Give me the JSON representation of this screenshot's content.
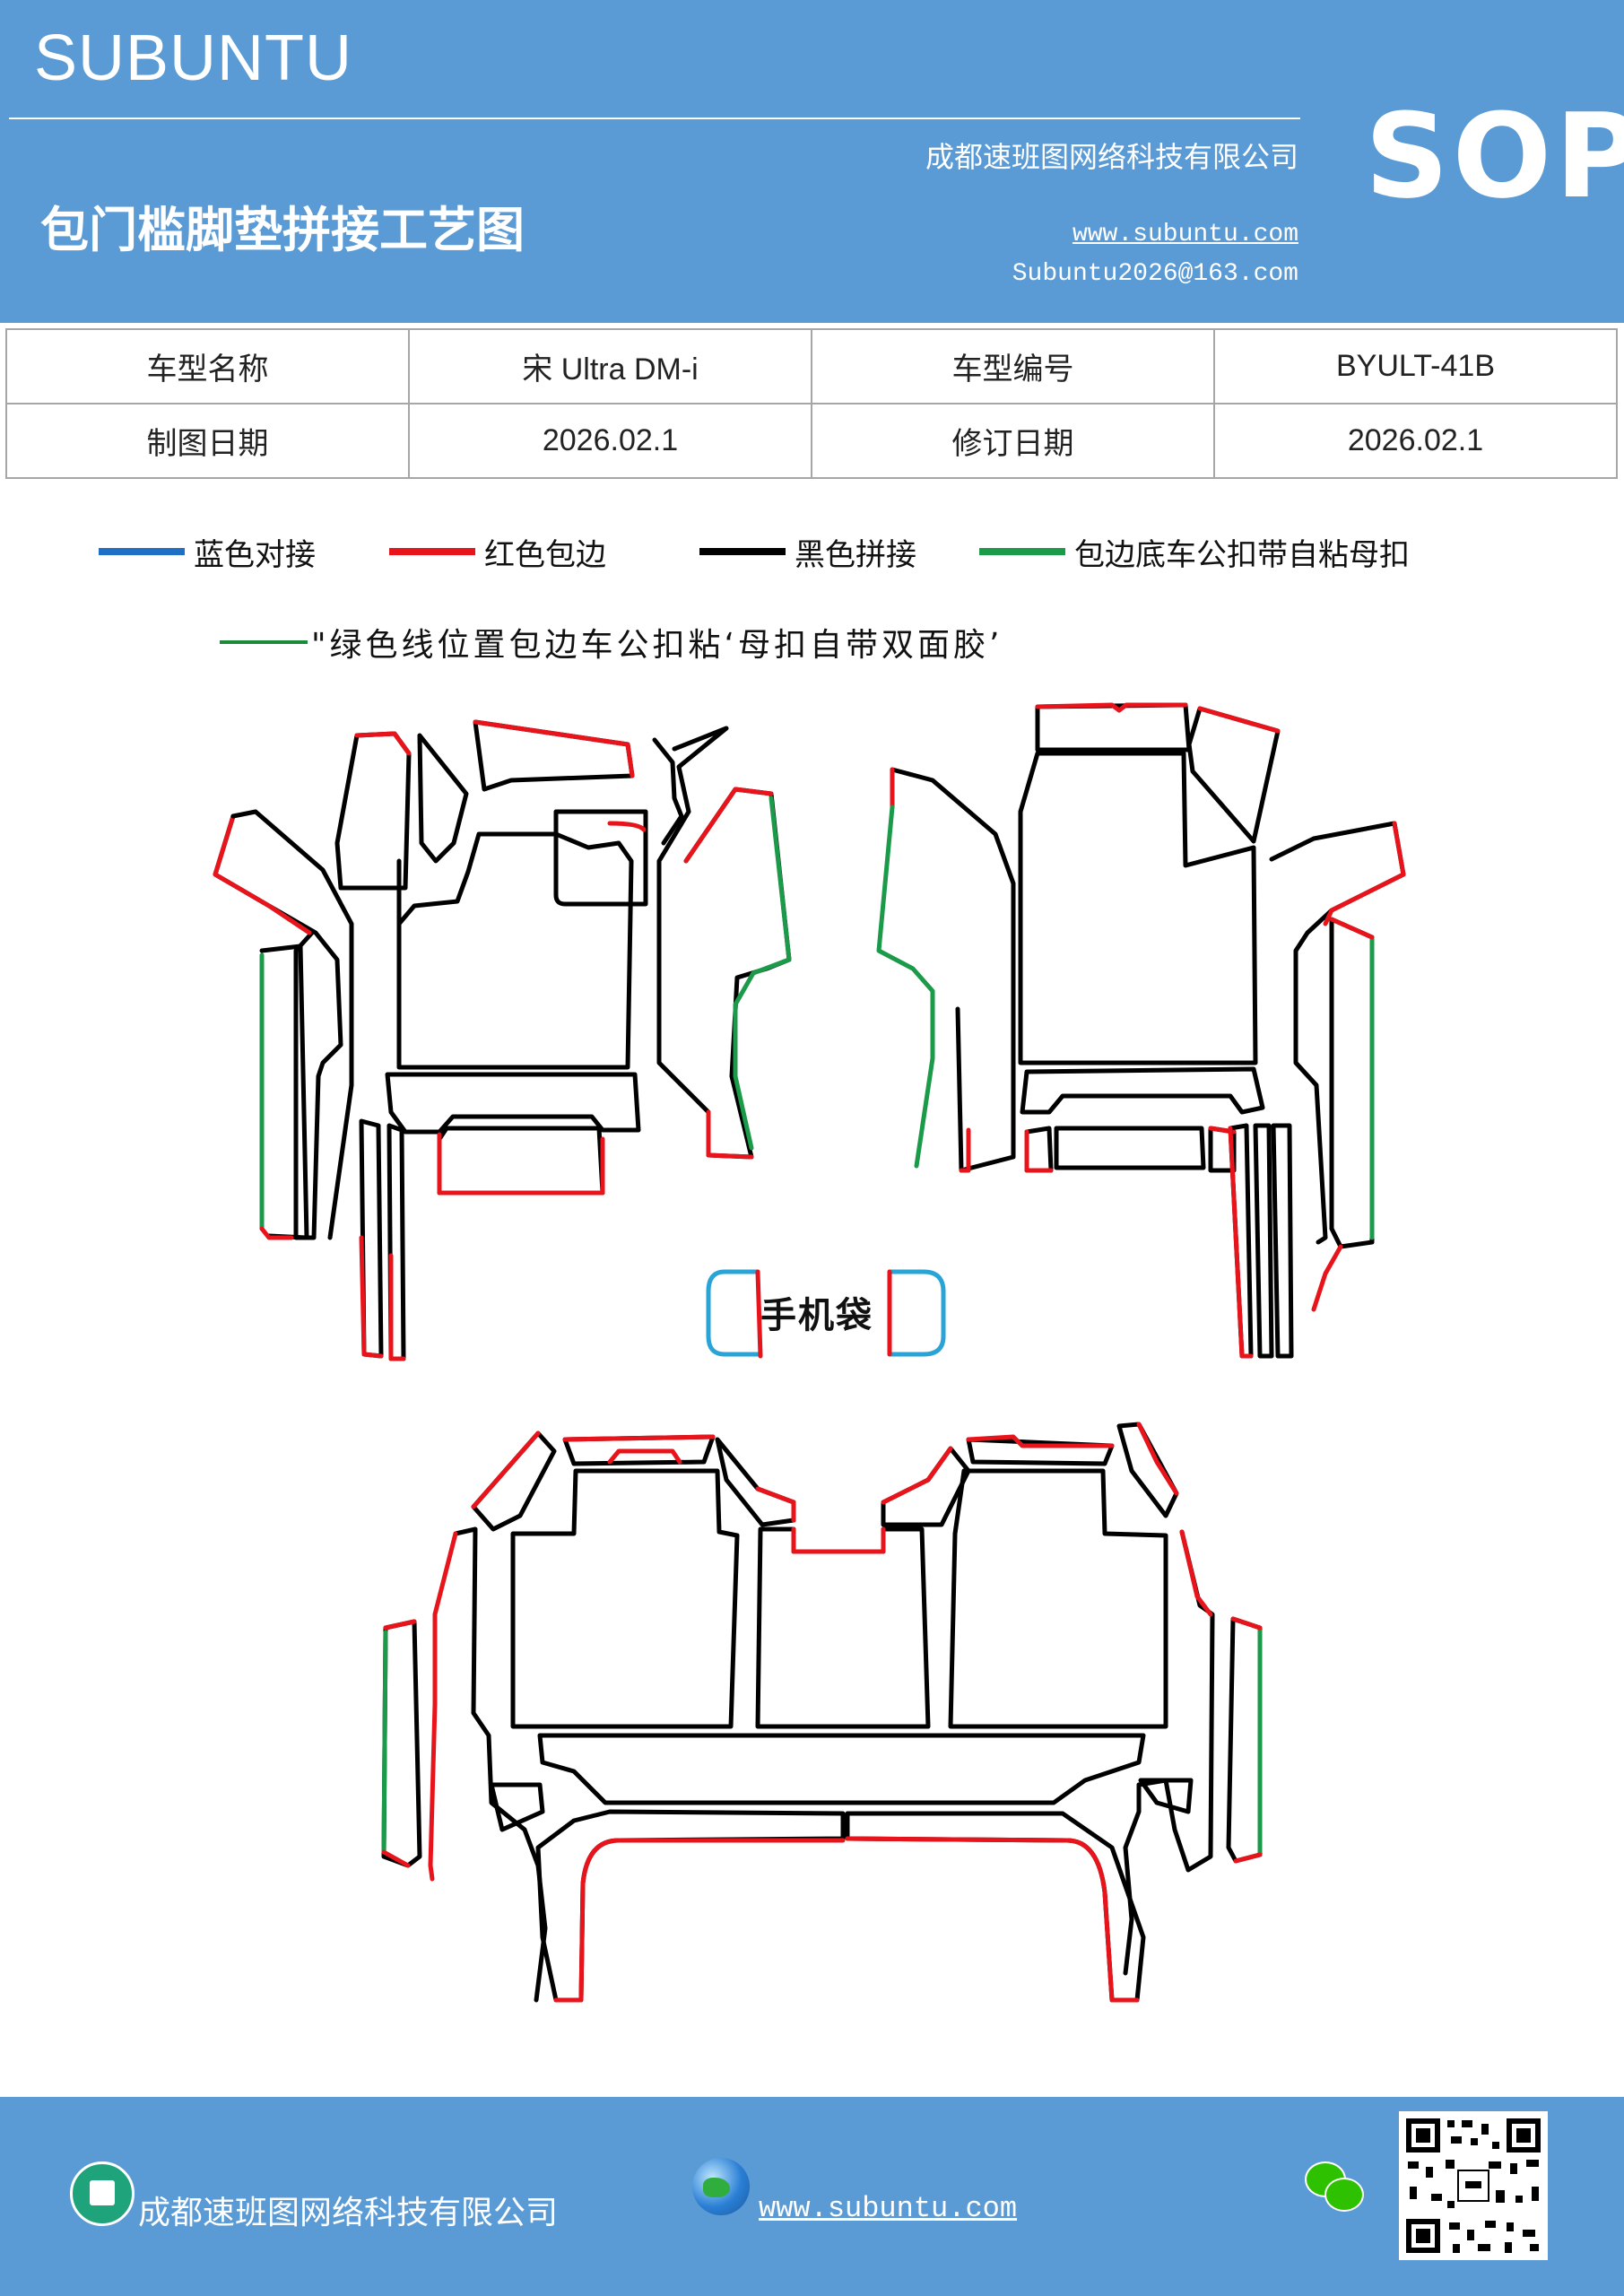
{
  "header": {
    "brand": "SUBUNTU",
    "company": "成都速班图网络科技有限公司",
    "sop": "SOP",
    "title": "包门槛脚垫拼接工艺图",
    "website": "www.subuntu.com",
    "email": "Subuntu2026@163.com",
    "background_color": "#5b9bd5"
  },
  "info_table": [
    [
      {
        "label": "车型名称"
      },
      {
        "value": "宋 Ultra  DM-i"
      },
      {
        "label": "车型编号"
      },
      {
        "value": "BYULT-41B"
      }
    ],
    [
      {
        "label": "制图日期"
      },
      {
        "value": "2026.02.1"
      },
      {
        "label": "修订日期"
      },
      {
        "value": "2026.02.1"
      }
    ]
  ],
  "legend": [
    {
      "text": "蓝色对接",
      "color": "#1f6fc4"
    },
    {
      "text": "红色包边",
      "color": "#e8141b"
    },
    {
      "text": "黑色拼接",
      "color": "#000000"
    },
    {
      "text": "包边底车公扣带自粘母扣",
      "color": "#1b9a4a"
    }
  ],
  "note": {
    "text": "\"绿色线位置包边车公扣粘‘母扣自带双面胶’",
    "color": "#1b8a3a"
  },
  "phone_pocket_label": "手机袋",
  "footer": {
    "company": "成都速班图网络科技有限公司",
    "website": "www.subuntu.com ",
    "icons": [
      "building-icon",
      "globe-icon",
      "wechat-icon",
      "qr-code"
    ]
  }
}
